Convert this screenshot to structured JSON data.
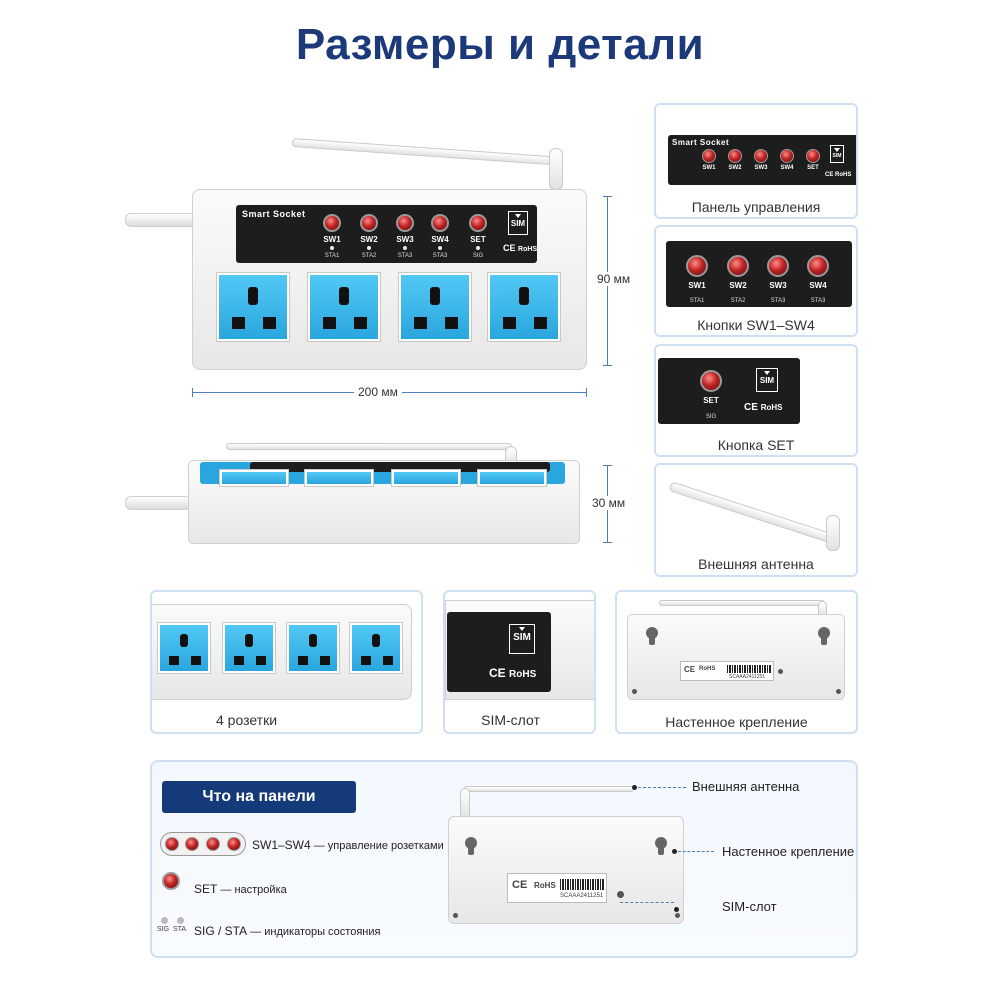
{
  "title": "Размеры и детали",
  "brand": "Smart Socket",
  "buttons": [
    "SW1",
    "SW2",
    "SW3",
    "SW4",
    "SET"
  ],
  "indicators": [
    "STA1",
    "STA2",
    "STA3",
    "STA3",
    "SIG"
  ],
  "sim_label": "SIM",
  "ce_mark": "CE",
  "rohs_mark": "RoHS",
  "dimensions": {
    "length": "200 мм",
    "height": "90 мм",
    "depth": "30 мм"
  },
  "detail_cards": {
    "control_panel": "Панель управления",
    "sw_buttons": "Кнопки SW1–SW4",
    "set_button": "Кнопка SET",
    "antenna": "Внешняя антенна",
    "sockets": "4 розетки",
    "sim_slot": "SIM-слот",
    "wall_mount": "Настенное крепление"
  },
  "back_label": {
    "serial": "SCAAA2411251"
  },
  "panel_info": {
    "badge": "Что на панели",
    "items": [
      {
        "name": "SW1–SW4",
        "desc": " — управление розетками"
      },
      {
        "name": "SET",
        "desc": " — настройка"
      },
      {
        "name": "SIG / STA",
        "desc": " — индикаторы состояния"
      }
    ],
    "mini_leds": [
      "SIG",
      "STA"
    ],
    "callouts": [
      "Внешняя антенна",
      "Настенное крепление",
      "SIM-слот"
    ]
  },
  "colors": {
    "title": "#1c3a7a",
    "badge": "#153a79",
    "socket": "#2aa6de",
    "card_border": "#cfe0f3",
    "button": "#c12424"
  }
}
